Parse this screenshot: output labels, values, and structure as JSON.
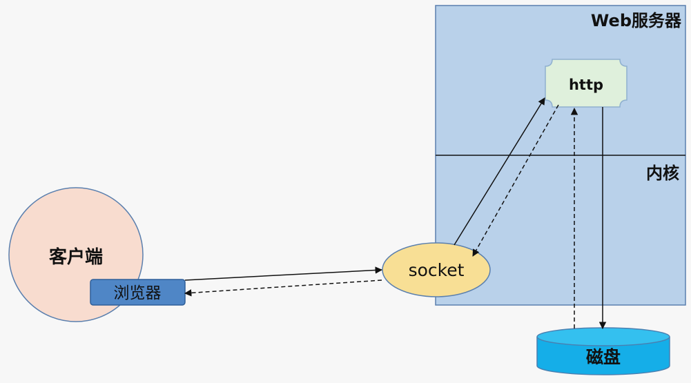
{
  "web_server": {
    "title": "Web服务器",
    "kernel_label": "内核"
  },
  "http_node": {
    "label": "http"
  },
  "socket_node": {
    "label": "socket"
  },
  "client": {
    "label": "客户端",
    "browser_label": "浏览器"
  },
  "disk": {
    "label": "磁盘"
  },
  "colors": {
    "server_fill": "#b9d1ea",
    "server_border": "#5a7fae",
    "http_fill": "#dff0dc",
    "socket_fill": "#f8df95",
    "client_fill": "#f8dccf",
    "browser_fill": "#4f86c6",
    "disk_fill": "#15aee8"
  }
}
